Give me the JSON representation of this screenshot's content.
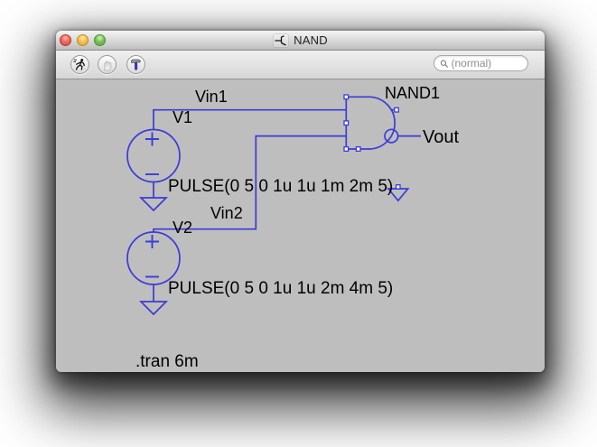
{
  "window": {
    "title": "NAND",
    "controls": {
      "close": "close",
      "minimize": "minimize",
      "zoom": "zoom"
    },
    "toolbar": {
      "buttons": [
        {
          "id": "run",
          "icon": "runner-icon",
          "enabled": true
        },
        {
          "id": "pan",
          "icon": "hand-icon",
          "enabled": false
        },
        {
          "id": "tools",
          "icon": "hammer-icon",
          "enabled": true
        }
      ],
      "search": {
        "placeholder": "(normal)"
      }
    }
  },
  "schematic": {
    "colors": {
      "wire": "#3b3bd8",
      "canvas_bg": "#bebebe",
      "text": "#000000"
    },
    "labels": {
      "vin1": "Vin1",
      "v1": "V1",
      "nand1": "NAND1",
      "vout": "Vout",
      "pulse1": "PULSE(0 5 0 1u 1u 1m 2m 5)",
      "vin2": "Vin2",
      "v2": "V2",
      "pulse2": "PULSE(0 5 0 1u 1u 2m 4m 5)",
      "tran": ".tran 6m"
    },
    "components": [
      {
        "designator": "V1",
        "type": "voltage-source",
        "value": "PULSE(0 5 0 1u 1u 1m 2m 5)",
        "output_net": "Vin1"
      },
      {
        "designator": "V2",
        "type": "voltage-source",
        "value": "PULSE(0 5 0 1u 1u 2m 4m 5)",
        "output_net": "Vin2"
      },
      {
        "designator": "NAND1",
        "type": "nand-gate",
        "output_net": "Vout"
      }
    ],
    "directive": ".tran 6m"
  }
}
